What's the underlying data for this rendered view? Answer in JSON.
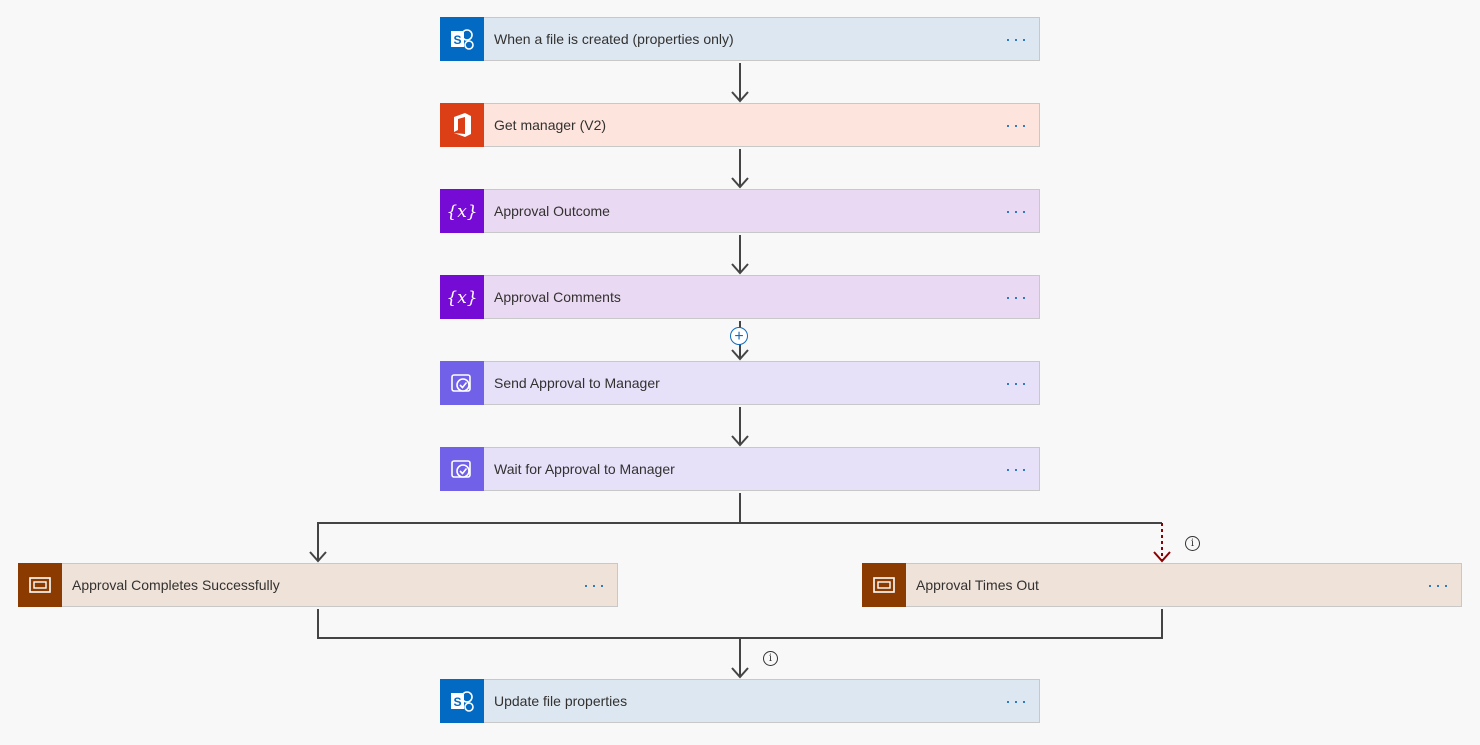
{
  "steps": [
    {
      "id": "trigger",
      "label": "When a file is created (properties only)",
      "icon": "sharepoint-icon",
      "color": "#036ac4"
    },
    {
      "id": "get-manager",
      "label": "Get manager (V2)",
      "icon": "office365-icon",
      "color": "#dc3e15"
    },
    {
      "id": "approval-outcome",
      "label": "Approval Outcome",
      "icon": "variable-icon",
      "color": "#770bd6"
    },
    {
      "id": "approval-comments",
      "label": "Approval Comments",
      "icon": "variable-icon",
      "color": "#770bd6"
    },
    {
      "id": "send-approval",
      "label": "Send Approval to Manager",
      "icon": "approval-icon",
      "color": "#7160e8"
    },
    {
      "id": "wait-approval",
      "label": "Wait for Approval to Manager",
      "icon": "approval-icon",
      "color": "#7160e8"
    },
    {
      "id": "scope-success",
      "label": "Approval Completes Successfully",
      "icon": "scope-icon",
      "color": "#8b3b00"
    },
    {
      "id": "scope-timeout",
      "label": "Approval Times Out",
      "icon": "scope-icon",
      "color": "#8b3b00"
    },
    {
      "id": "update-file",
      "label": "Update file properties",
      "icon": "sharepoint-icon",
      "color": "#036ac4"
    }
  ],
  "more_label": "···",
  "insert_label": "+",
  "info_label": "i",
  "timeout_connector_color": "#8b0000"
}
